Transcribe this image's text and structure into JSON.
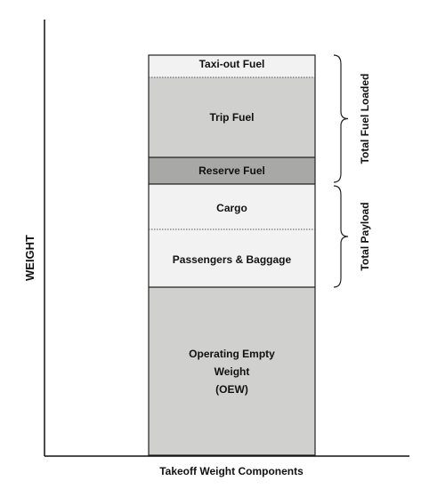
{
  "axes": {
    "y_label": "WEIGHT",
    "x_label": "Takeoff Weight Components"
  },
  "segments": [
    {
      "key": "taxi",
      "label_lines": [
        "Taxi-out Fuel"
      ],
      "fill": "#f2f2f2"
    },
    {
      "key": "trip",
      "label_lines": [
        "Trip Fuel"
      ],
      "fill": "#d0d0ce"
    },
    {
      "key": "reserve",
      "label_lines": [
        "Reserve Fuel"
      ],
      "fill": "#a8a8a6"
    },
    {
      "key": "cargo",
      "label_lines": [
        "Cargo"
      ],
      "fill": "#f2f2f2"
    },
    {
      "key": "passengers",
      "label_lines": [
        "Passengers & Baggage"
      ],
      "fill": "#f2f2f2"
    },
    {
      "key": "oew",
      "label_lines": [
        "Operating Empty",
        "Weight",
        "(OEW)"
      ],
      "fill": "#d0d0ce"
    }
  ],
  "brackets": [
    {
      "key": "fuel",
      "label": "Total Fuel Loaded"
    },
    {
      "key": "payload",
      "label": "Total Payload"
    }
  ]
}
